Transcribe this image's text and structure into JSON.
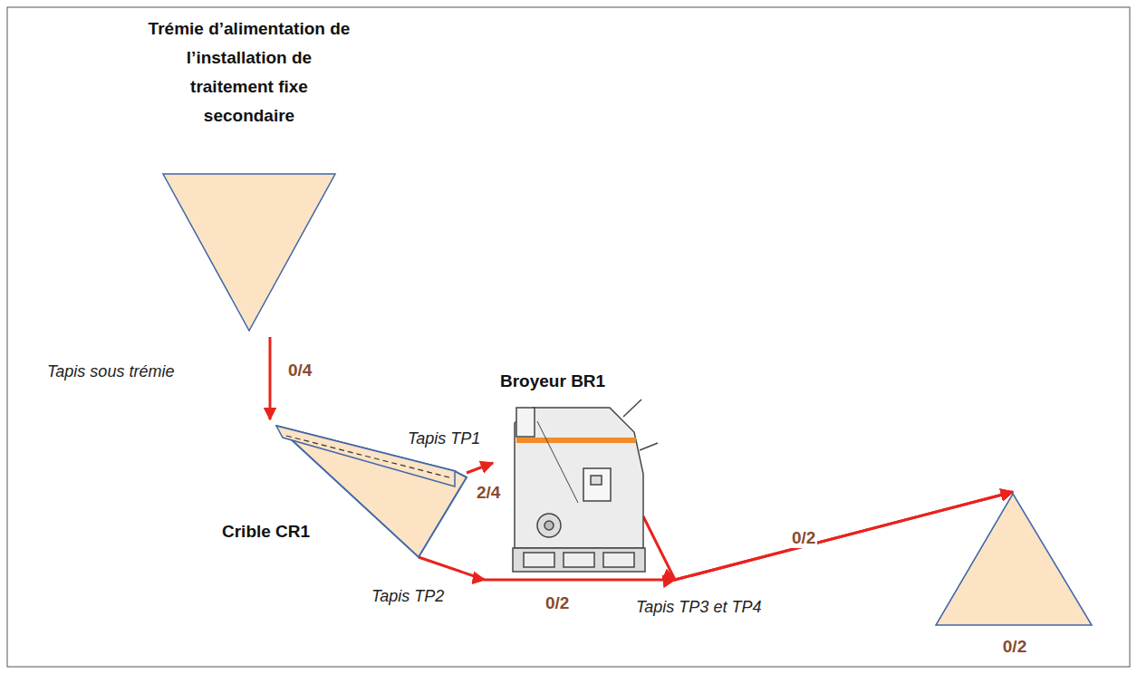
{
  "diagram": {
    "nodes": [
      {
        "text": [
          "Trémie d’alimentation de l’installation de traitement fixe secondaire"
        ]
      },
      {
        "text": [
          "Crible CR1"
        ]
      },
      {
        "text": [
          "Broyeur BR1"
        ]
      },
      {
        "text": [
          "0/2"
        ]
      }
    ],
    "edges": [
      {
        "from": 0,
        "to": 1,
        "label": "0/4",
        "arrow": "to"
      },
      {
        "from": 1,
        "to": 2,
        "label": "2/4",
        "arrow": "to"
      },
      {
        "from": 1,
        "to": 3,
        "label": "0/2",
        "arrow": "to"
      },
      {
        "from": 2,
        "to": 3,
        "label": "0/2",
        "arrow": "to"
      }
    ],
    "labels": [
      "Tapis sous trémie",
      "Tapis TP1",
      "Tapis TP2",
      "Tapis TP3 et TP4"
    ]
  }
}
